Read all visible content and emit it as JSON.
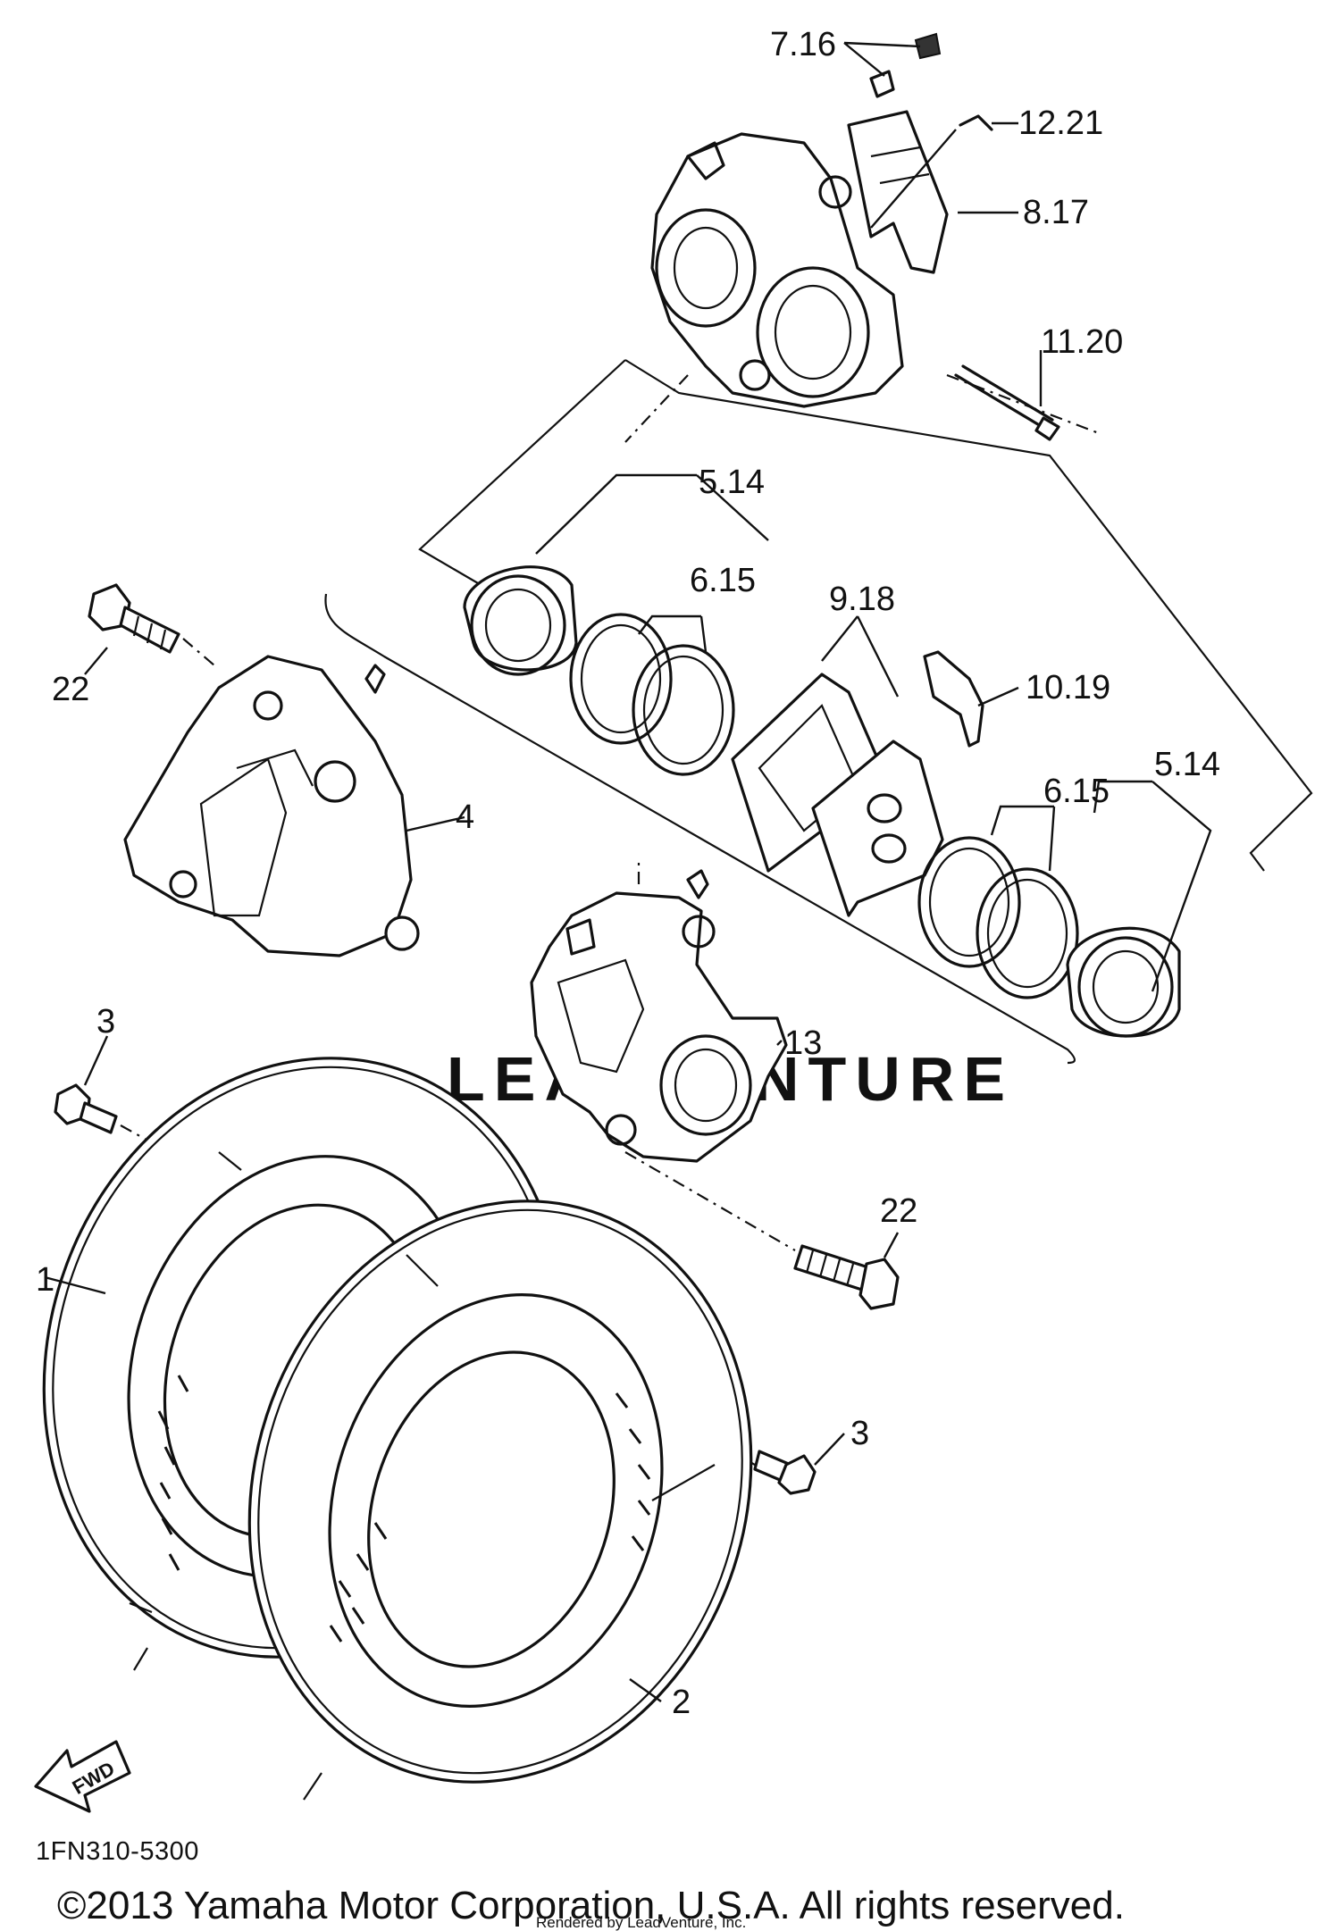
{
  "callouts": {
    "c_7_16": "7.16",
    "c_12_21": "12.21",
    "c_8_17": "8.17",
    "c_11_20": "11.20",
    "c_5_14_upper": "5.14",
    "c_6_15_upper": "6.15",
    "c_9_18": "9.18",
    "c_10_19": "10.19",
    "c_5_14_lower": "5.14",
    "c_6_15_lower": "6.15",
    "c_22_left": "22",
    "c_4": "4",
    "c_13": "13",
    "c_22_right": "22",
    "c_3_left": "3",
    "c_1": "1",
    "c_3_right": "3",
    "c_2": "2"
  },
  "front_arrow_label": "FWD",
  "part_code": "1FN310-5300",
  "copyright": "©2013 Yamaha Motor Corporation, U.S.A. All rights reserved.",
  "rendered_by": "Rendered by LeadVenture, Inc.",
  "watermark": "LEADVENTURE"
}
